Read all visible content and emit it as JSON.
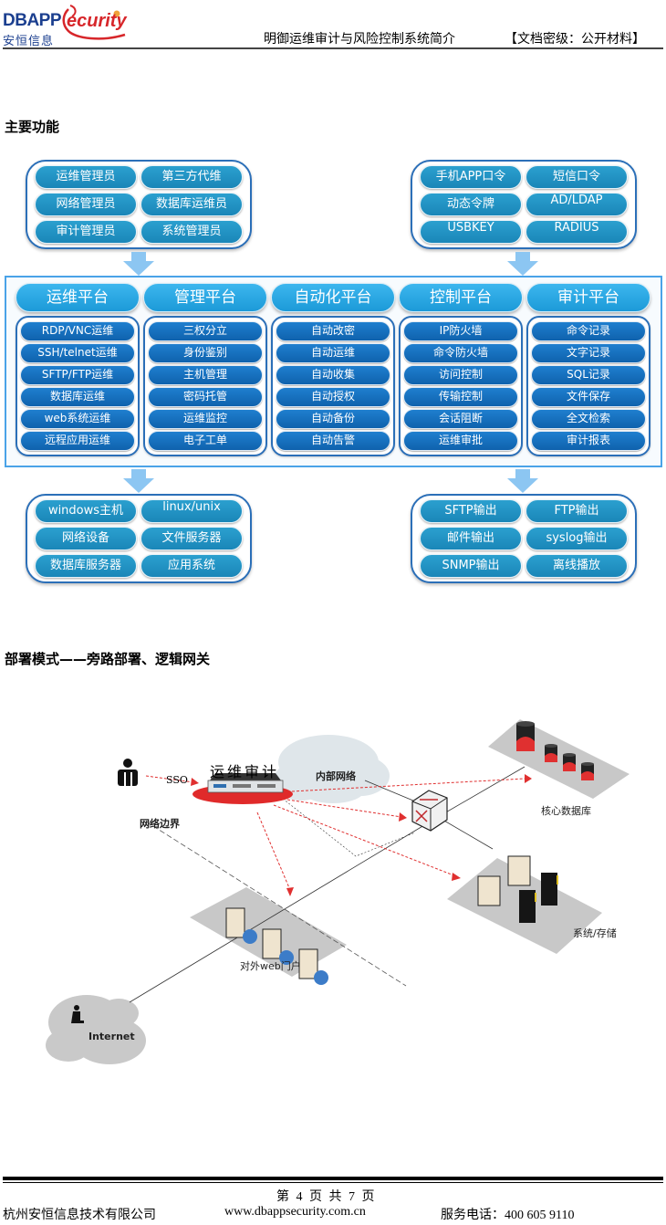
{
  "header": {
    "logo_text_en": "DBAPP",
    "logo_text_security": "ecurity",
    "logo_text_cn": "安恒信息",
    "doc_title": "明御运维审计与风险控制系统简介",
    "classification": "【文档密级：公开材料】"
  },
  "section1": {
    "title": "主要功能",
    "users_group": [
      "运维管理员",
      "第三方代维",
      "网络管理员",
      "数据库运维员",
      "审计管理员",
      "系统管理员"
    ],
    "auth_group": [
      "手机APP口令",
      "短信口令",
      "动态令牌",
      "AD/LDAP",
      "USBKEY",
      "RADIUS"
    ],
    "platforms": [
      {
        "title": "运维平台",
        "items": [
          "RDP/VNC运维",
          "SSH/telnet运维",
          "SFTP/FTP运维",
          "数据库运维",
          "web系统运维",
          "远程应用运维"
        ]
      },
      {
        "title": "管理平台",
        "items": [
          "三权分立",
          "身份鉴别",
          "主机管理",
          "密码托管",
          "运维监控",
          "电子工单"
        ]
      },
      {
        "title": "自动化平台",
        "items": [
          "自动改密",
          "自动运维",
          "自动收集",
          "自动授权",
          "自动备份",
          "自动告警"
        ]
      },
      {
        "title": "控制平台",
        "items": [
          "IP防火墙",
          "命令防火墙",
          "访问控制",
          "传输控制",
          "会话阻断",
          "运维审批"
        ]
      },
      {
        "title": "审计平台",
        "items": [
          "命令记录",
          "文字记录",
          "SQL记录",
          "文件保存",
          "全文检索",
          "审计报表"
        ]
      }
    ],
    "targets_group": [
      "windows主机",
      "linux/unix",
      "网络设备",
      "文件服务器",
      "数据库服务器",
      "应用系统"
    ],
    "output_group": [
      "SFTP输出",
      "FTP输出",
      "邮件输出",
      "syslog输出",
      "SNMP输出",
      "离线播放"
    ]
  },
  "section2": {
    "title": "部署模式——旁路部署、逻辑网关",
    "labels": {
      "audit_device": "运维审计",
      "sso": "SSO",
      "internal_network": "内部网络",
      "network_boundary": "网络边界",
      "core_db": "核心数据库",
      "system_storage": "系统/存储",
      "web_portal": "对外web门户",
      "internet": "Internet"
    }
  },
  "footer": {
    "page_info": "第 4 页 共 7 页",
    "company": "杭州安恒信息技术有限公司",
    "url": "www.dbappsecurity.com.cn",
    "phone": "服务电话：400 605 9110"
  },
  "colors": {
    "pill": "#1f8fc2",
    "platform_head": "#2aa8e4",
    "platform_item": "#136cba",
    "group_border": "#2b6fb8",
    "red": "#e03030"
  }
}
